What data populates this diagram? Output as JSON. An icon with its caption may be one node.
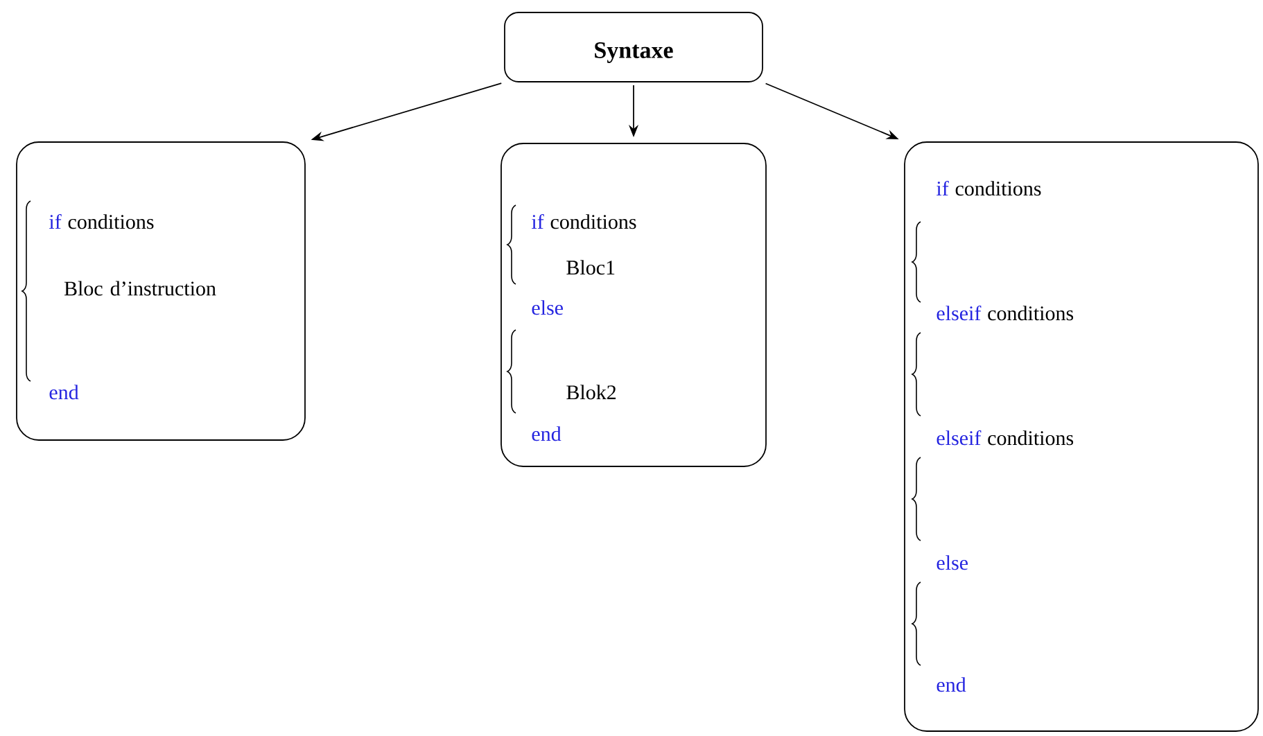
{
  "diagram": {
    "nodes": [
      {
        "text": [
          "Syntaxe"
        ]
      },
      {
        "text": [
          "if",
          "conditions",
          "Bloc d’instruction",
          "end"
        ]
      },
      {
        "text": [
          "if",
          "conditions",
          "Bloc1",
          "else",
          "Blok2",
          "end"
        ]
      },
      {
        "text": [
          "if",
          "conditions",
          "elseif",
          "conditions",
          "elseif",
          "conditions",
          "else",
          "end"
        ]
      }
    ],
    "edges": [
      {
        "from": 0,
        "to": 1,
        "arrow": "to"
      },
      {
        "from": 0,
        "to": 2,
        "arrow": "to"
      },
      {
        "from": 0,
        "to": 3,
        "arrow": "to"
      }
    ]
  }
}
